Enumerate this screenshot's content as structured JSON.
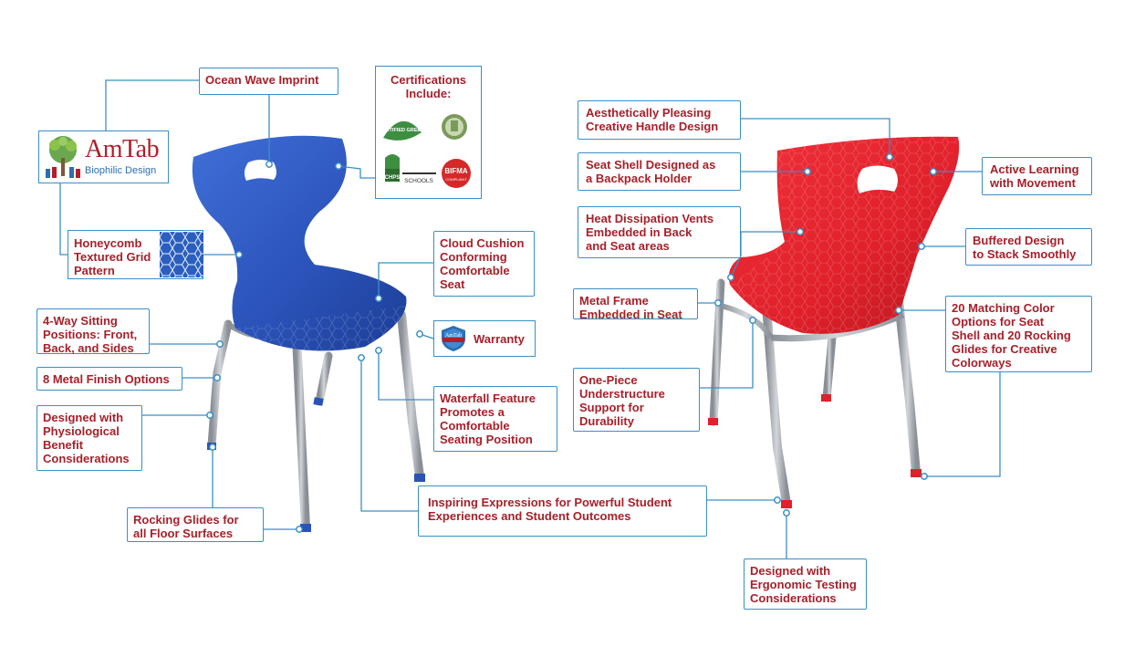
{
  "brand": {
    "wordmark": "AmTab",
    "tagline": "Biophilic Design",
    "colors": {
      "brand_red": "#b0202a",
      "brand_blue": "#2d6fb0"
    }
  },
  "certifications": {
    "title": "Certifications\nInclude:",
    "logo_texts": [
      "CERTIFIED GREEN",
      "CHPS",
      "SCHOOLS",
      "BIFMA",
      "COMPLIANT"
    ]
  },
  "honeycomb": {
    "label": "Honeycomb\nTextured Grid\nPattern"
  },
  "warranty": {
    "label": "Warranty",
    "badge_text": "AmTab"
  },
  "callouts": {
    "ocean_wave": "Ocean Wave Imprint",
    "cloud_cushion": "Cloud Cushion\nConforming\nComfortable\nSeat",
    "four_way": "4-Way Sitting\nPositions: Front,\nBack, and Sides",
    "metal_finish": "8 Metal Finish Options",
    "physiological": "Designed with\nPhysiological\nBenefit\nConsiderations",
    "waterfall": "Waterfall Feature\nPromotes a\nComfortable\nSeating Position",
    "rocking_glides": "Rocking Glides for\nall Floor Surfaces",
    "inspiring": "Inspiring Expressions for Powerful Student\nExperiences and Student Outcomes",
    "handle": "Aesthetically Pleasing\nCreative Handle Design",
    "backpack": "Seat Shell Designed as\na Backpack Holder",
    "active_learning": "Active Learning\nwith Movement",
    "heat_vents": "Heat Dissipation Vents\nEmbedded in Back\nand Seat areas",
    "buffered": "Buffered Design\nto Stack Smoothly",
    "metal_frame": "Metal Frame\nEmbedded in Seat",
    "color_options": "20 Matching Color\nOptions for Seat\nShell and 20 Rocking\nGlides for Creative\nColorways",
    "one_piece": "One-Piece\nUnderstructure\nSupport for\nDurability",
    "ergonomic": "Designed with\nErgonomic Testing\nConsiderations"
  },
  "colors": {
    "callout_border": "#3a8fc8",
    "callout_text": "#a8202a",
    "blue_chair": "#2a52b8",
    "red_chair": "#e0202a",
    "frame_silver": "#a8adb3"
  }
}
